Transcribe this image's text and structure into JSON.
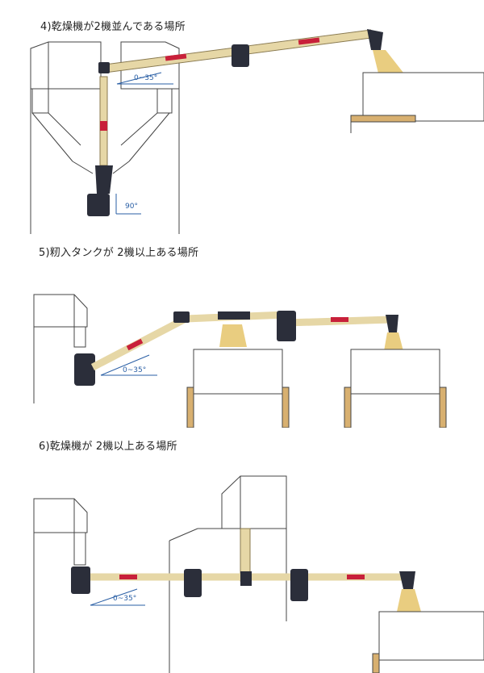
{
  "sections": [
    {
      "title": "4)乾燥機が2機並んである場所",
      "angle_label": "0~35°",
      "vertical_label": "90°"
    },
    {
      "title": "5)籾入タンクが 2機以上ある場所",
      "angle_label": "0~35°"
    },
    {
      "title": "6)乾燥機が 2機以上ある場所",
      "angle_label": "0~35°"
    }
  ],
  "colors": {
    "pipe": "#e6d7a6",
    "joint": "#2b2e3a",
    "accent": "#c8203a",
    "outline": "#444444",
    "angle_guide": "#2a5fa5",
    "spray": "#e0b84a"
  },
  "icons": [
    "pipe-joint-icon",
    "nozzle-icon",
    "spray-icon",
    "blower-motor-icon"
  ]
}
